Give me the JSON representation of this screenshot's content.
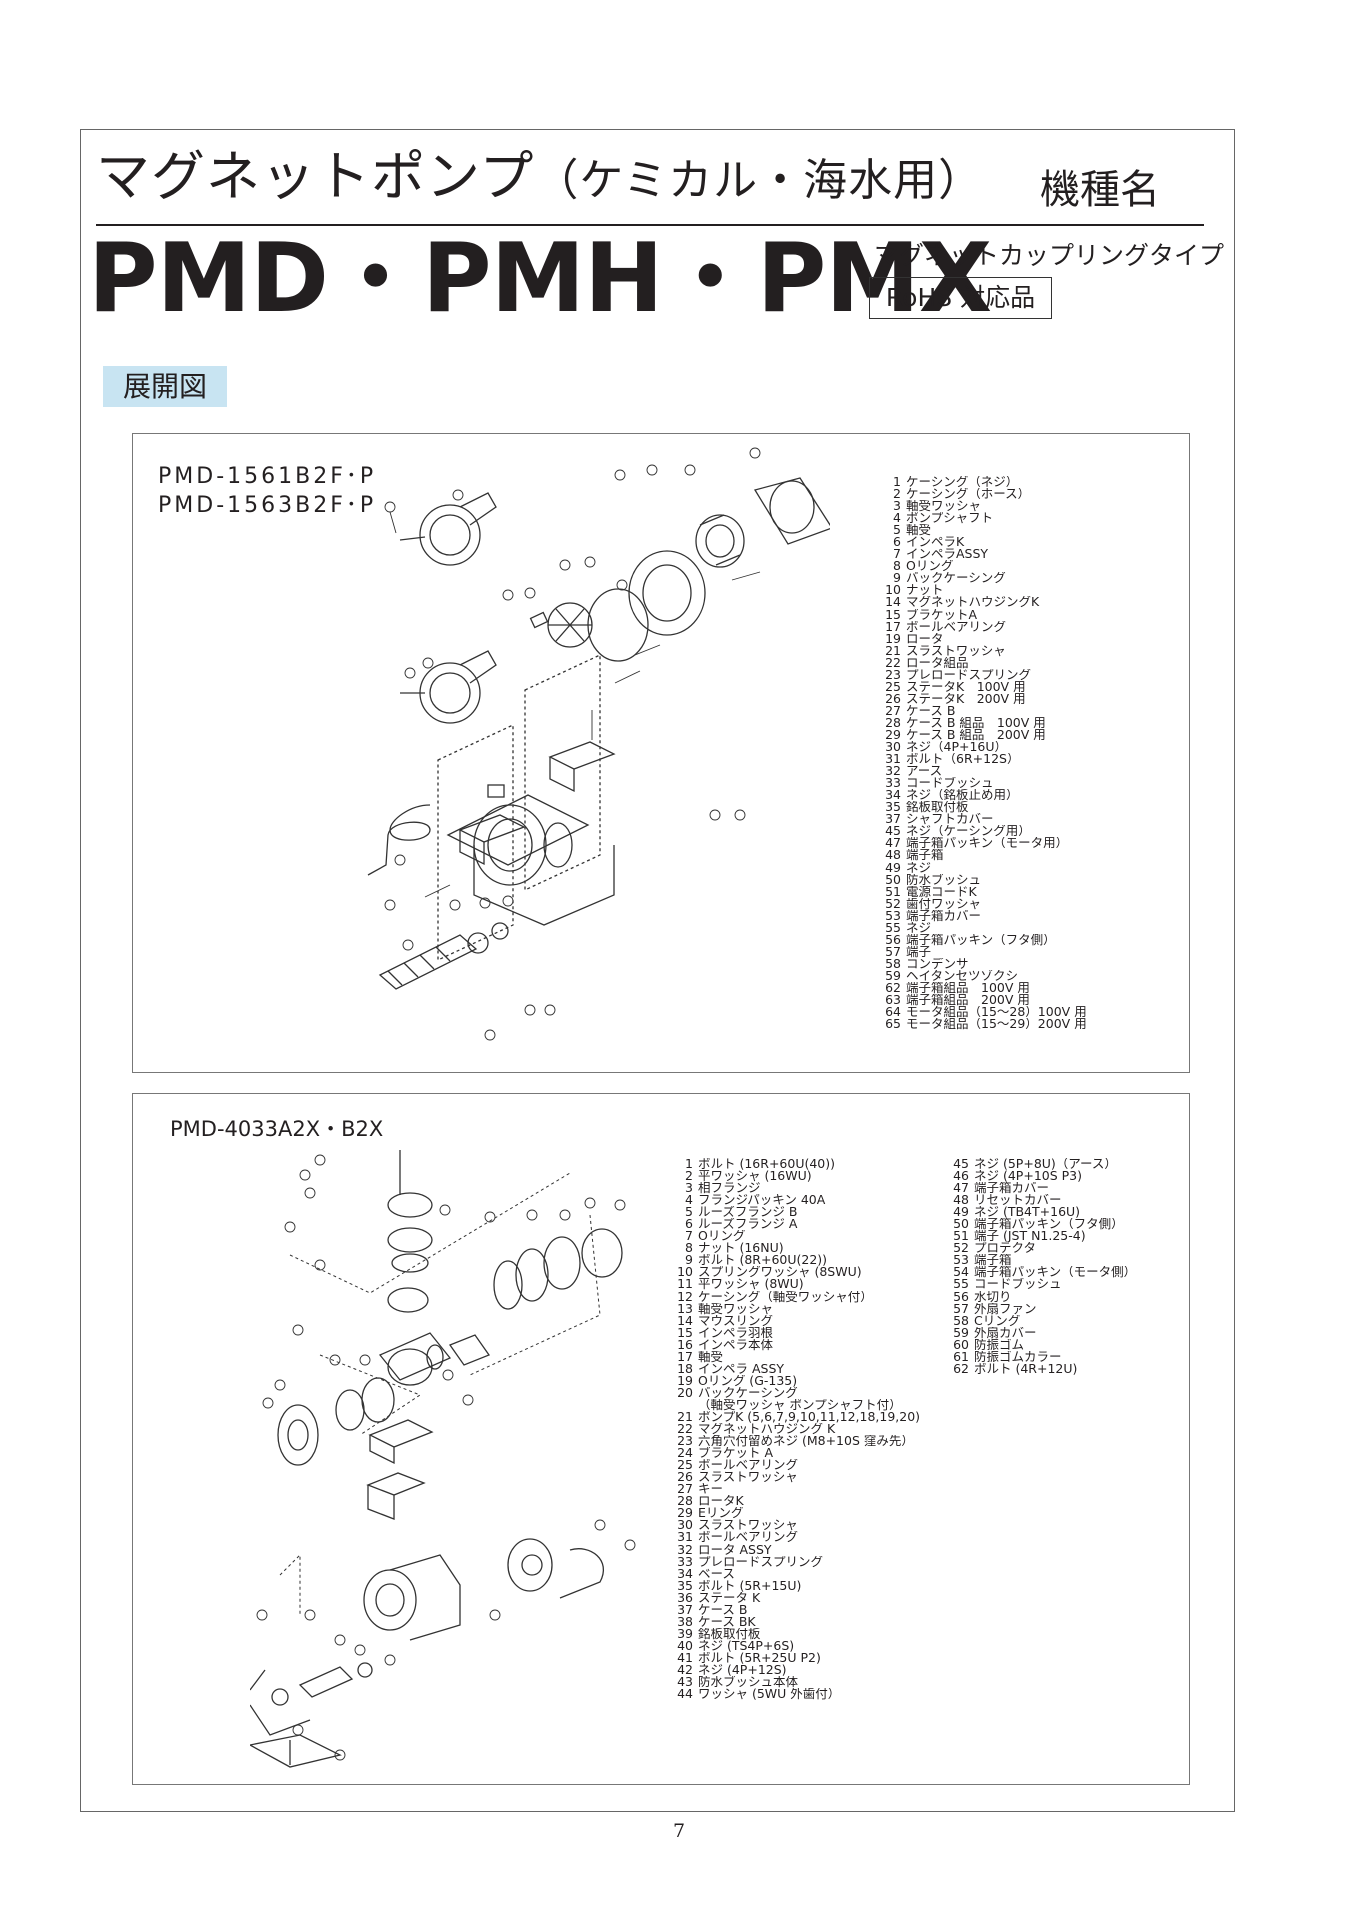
{
  "header": {
    "title_main": "マグネットポンプ",
    "title_paren": "（ケミカル・海水用）",
    "label": "機種名",
    "model": "PMD・PMH・PMX",
    "type": "マグネットカップリングタイプ",
    "rohs": "RoHS 対応品"
  },
  "section_label": "展開図",
  "diagram1": {
    "models": [
      "PMD-1561B2F･P",
      "PMD-1563B2F･P"
    ],
    "parts": [
      {
        "no": "1",
        "name": "ケーシング（ネジ）"
      },
      {
        "no": "2",
        "name": "ケーシング（ホース）"
      },
      {
        "no": "3",
        "name": "軸受ワッシャ"
      },
      {
        "no": "4",
        "name": "ポンプシャフト"
      },
      {
        "no": "5",
        "name": "軸受"
      },
      {
        "no": "6",
        "name": "インペラK"
      },
      {
        "no": "7",
        "name": "インペラASSY"
      },
      {
        "no": "8",
        "name": "Oリング"
      },
      {
        "no": "9",
        "name": "バックケーシング"
      },
      {
        "no": "10",
        "name": "ナット"
      },
      {
        "no": "14",
        "name": "マグネットハウジングK"
      },
      {
        "no": "15",
        "name": "ブラケットA"
      },
      {
        "no": "17",
        "name": "ボールベアリング"
      },
      {
        "no": "19",
        "name": "ロータ"
      },
      {
        "no": "21",
        "name": "スラストワッシャ"
      },
      {
        "no": "22",
        "name": "ロータ組品"
      },
      {
        "no": "23",
        "name": "プレロードスプリング"
      },
      {
        "no": "25",
        "name": "ステータK　100V 用"
      },
      {
        "no": "26",
        "name": "ステータK　200V 用"
      },
      {
        "no": "27",
        "name": "ケース B"
      },
      {
        "no": "28",
        "name": "ケース B 組品　100V 用"
      },
      {
        "no": "29",
        "name": "ケース B 組品　200V 用"
      },
      {
        "no": "30",
        "name": "ネジ（4P+16U）"
      },
      {
        "no": "31",
        "name": "ボルト（6R+12S）"
      },
      {
        "no": "32",
        "name": "アース"
      },
      {
        "no": "33",
        "name": "コードブッシュ"
      },
      {
        "no": "34",
        "name": "ネジ（銘板止め用）"
      },
      {
        "no": "35",
        "name": "銘板取付板"
      },
      {
        "no": "37",
        "name": "シャフトカバー"
      },
      {
        "no": "45",
        "name": "ネジ（ケーシング用）"
      },
      {
        "no": "47",
        "name": "端子箱パッキン（モータ用）"
      },
      {
        "no": "48",
        "name": "端子箱"
      },
      {
        "no": "49",
        "name": "ネジ"
      },
      {
        "no": "50",
        "name": "防水ブッシュ"
      },
      {
        "no": "51",
        "name": "電源コードK"
      },
      {
        "no": "52",
        "name": "歯付ワッシャ"
      },
      {
        "no": "53",
        "name": "端子箱カバー"
      },
      {
        "no": "55",
        "name": "ネジ"
      },
      {
        "no": "56",
        "name": "端子箱パッキン（フタ側）"
      },
      {
        "no": "57",
        "name": "端子"
      },
      {
        "no": "58",
        "name": "コンデンサ"
      },
      {
        "no": "59",
        "name": "ヘイタンセツゾクシ"
      },
      {
        "no": "62",
        "name": "端子箱組品　100V 用"
      },
      {
        "no": "63",
        "name": "端子箱組品　200V 用"
      },
      {
        "no": "64",
        "name": "モータ組品（15～28）100V 用"
      },
      {
        "no": "65",
        "name": "モータ組品（15～29）200V 用"
      }
    ]
  },
  "diagram2": {
    "model": "PMD-4033A2X・B2X",
    "parts_left": [
      {
        "no": "1",
        "name": "ボルト (16R+60U(40))"
      },
      {
        "no": "2",
        "name": "平ワッシャ (16WU)"
      },
      {
        "no": "3",
        "name": "相フランジ"
      },
      {
        "no": "4",
        "name": "フランジパッキン 40A"
      },
      {
        "no": "5",
        "name": "ルーズフランジ B"
      },
      {
        "no": "6",
        "name": "ルーズフランジ A"
      },
      {
        "no": "7",
        "name": "Oリング"
      },
      {
        "no": "8",
        "name": "ナット (16NU)"
      },
      {
        "no": "9",
        "name": "ボルト (8R+60U(22))"
      },
      {
        "no": "10",
        "name": "スプリングワッシャ (8SWU)"
      },
      {
        "no": "11",
        "name": "平ワッシャ (8WU)"
      },
      {
        "no": "12",
        "name": "ケーシング（軸受ワッシャ付）"
      },
      {
        "no": "13",
        "name": "軸受ワッシャ"
      },
      {
        "no": "14",
        "name": "マウスリング"
      },
      {
        "no": "15",
        "name": "インペラ羽根"
      },
      {
        "no": "16",
        "name": "インペラ本体"
      },
      {
        "no": "17",
        "name": "軸受"
      },
      {
        "no": "18",
        "name": "インペラ ASSY"
      },
      {
        "no": "19",
        "name": "Oリング (G-135)"
      },
      {
        "no": "20",
        "name": "バックケーシング"
      },
      {
        "no": "",
        "name": "（軸受ワッシャ ポンプシャフト付）"
      },
      {
        "no": "21",
        "name": "ポンプK (5,6,7,9,10,11,12,18,19,20)"
      },
      {
        "no": "22",
        "name": "マグネットハウジング K"
      },
      {
        "no": "23",
        "name": "六角穴付留めネジ (M8+10S 窪み先）"
      },
      {
        "no": "24",
        "name": "ブラケット A"
      },
      {
        "no": "25",
        "name": "ボールベアリング"
      },
      {
        "no": "26",
        "name": "スラストワッシャ"
      },
      {
        "no": "27",
        "name": "キー"
      },
      {
        "no": "28",
        "name": "ロータK"
      },
      {
        "no": "29",
        "name": "Eリング"
      },
      {
        "no": "30",
        "name": "スラストワッシャ"
      },
      {
        "no": "31",
        "name": "ボールベアリング"
      },
      {
        "no": "32",
        "name": "ロータ ASSY"
      },
      {
        "no": "33",
        "name": "プレロードスプリング"
      },
      {
        "no": "34",
        "name": "ベース"
      },
      {
        "no": "35",
        "name": "ボルト (5R+15U)"
      },
      {
        "no": "36",
        "name": "ステータ K"
      },
      {
        "no": "37",
        "name": "ケース B"
      },
      {
        "no": "38",
        "name": "ケース BK"
      },
      {
        "no": "39",
        "name": "銘板取付板"
      },
      {
        "no": "40",
        "name": "ネジ (TS4P+6S)"
      },
      {
        "no": "41",
        "name": "ボルト (5R+25U P2)"
      },
      {
        "no": "42",
        "name": "ネジ (4P+12S)"
      },
      {
        "no": "43",
        "name": "防水ブッシュ本体"
      },
      {
        "no": "44",
        "name": "ワッシャ (5WU 外歯付）"
      }
    ],
    "parts_right": [
      {
        "no": "45",
        "name": "ネジ (5P+8U)（アース）"
      },
      {
        "no": "46",
        "name": "ネジ (4P+10S P3)"
      },
      {
        "no": "47",
        "name": "端子箱カバー"
      },
      {
        "no": "48",
        "name": "リセットカバー"
      },
      {
        "no": "49",
        "name": "ネジ (TB4T+16U)"
      },
      {
        "no": "50",
        "name": "端子箱パッキン（フタ側）"
      },
      {
        "no": "51",
        "name": "端子 (JST N1.25-4)"
      },
      {
        "no": "52",
        "name": "プロテクタ"
      },
      {
        "no": "53",
        "name": "端子箱"
      },
      {
        "no": "54",
        "name": "端子箱パッキン（モータ側）"
      },
      {
        "no": "55",
        "name": "コードブッシュ"
      },
      {
        "no": "56",
        "name": "水切り"
      },
      {
        "no": "57",
        "name": "外扇ファン"
      },
      {
        "no": "58",
        "name": "Cリング"
      },
      {
        "no": "59",
        "name": "外扇カバー"
      },
      {
        "no": "60",
        "name": "防振ゴム"
      },
      {
        "no": "61",
        "name": "防振ゴムカラー"
      },
      {
        "no": "62",
        "name": "ボルト (4R+12U)"
      }
    ]
  },
  "page_number": "7"
}
